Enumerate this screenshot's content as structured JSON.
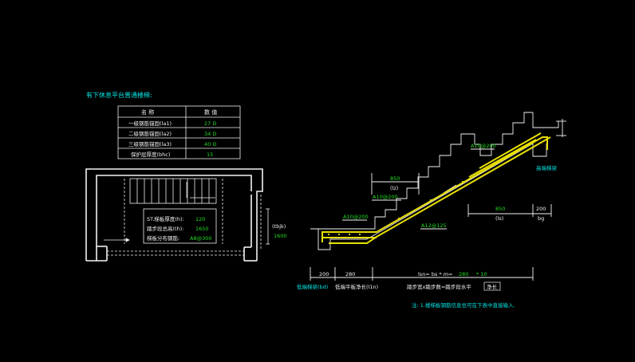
{
  "title": "有下休息平台普通楼梯:",
  "table": {
    "headers": [
      "名 称",
      "数 值"
    ],
    "rows": [
      {
        "name": "一级钢筋锚固(la1)",
        "value": "27 D"
      },
      {
        "name": "二级钢筋锚固(la2)",
        "value": "34 D"
      },
      {
        "name": "三级钢筋锚固(la3)",
        "value": "40 D"
      },
      {
        "name": "保护层厚度(bhc)",
        "value": "15"
      }
    ]
  },
  "plan": {
    "label_thickness_key": "ST.梯板厚度(h):",
    "label_thickness_val": "120",
    "label_height_key": "踏步段总高(th):",
    "label_height_val": "1650",
    "label_dist_key": "梯板分布钢筋:",
    "label_dist_val": "A8@300",
    "tbjk": "(tbjk)",
    "tbjk_val": "1600"
  },
  "section": {
    "rebar_top": "A10@200",
    "rebar_mid": "A10@200",
    "rebar_low": "A10@200",
    "rebar_main": "A12@125",
    "dim_top_val": "850",
    "dim_top_sym": "(lz)",
    "dim_right_val": "850",
    "dim_right_sym": "(ls)",
    "dim_right_small": "200",
    "dim_right_small_sym": "bg",
    "high_beam": "高端梯梁",
    "dim_left_200": "200",
    "dim_left_280": "280",
    "formula_lsn": "lsn= bs * m=",
    "formula_280": "280",
    "formula_10": "* 10",
    "low_beam": "低端梯梁(bd)",
    "low_platform": "低端平板净长(l1n)",
    "step_formula": "踏步宽x踏步数=踏步段水平",
    "step_box": "净长"
  },
  "note": "注: 1.楼梯板钢筋信息也可在下表中直接输入."
}
